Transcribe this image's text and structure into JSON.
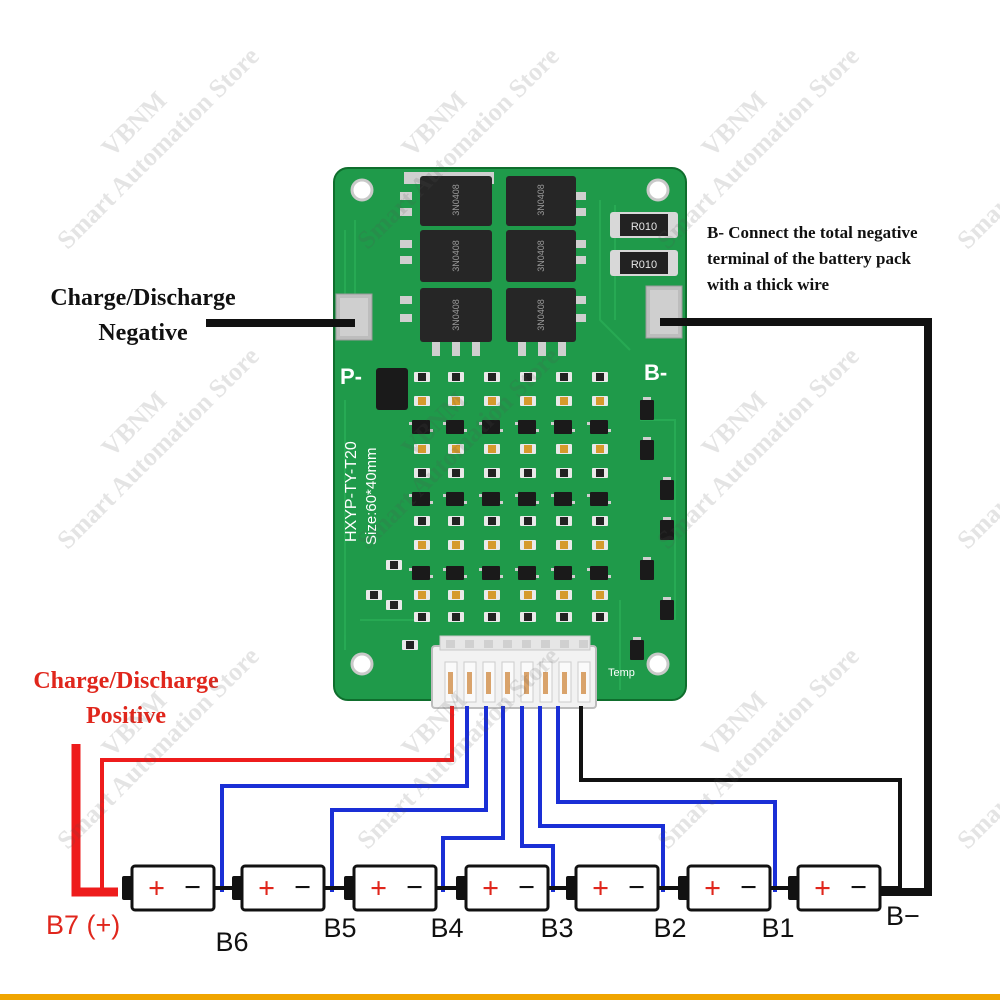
{
  "watermark": {
    "brand": "VBNM",
    "store": "Smart Automation Store"
  },
  "board": {
    "model": "HXYP-TY-T20",
    "size": "Size:60*40mm",
    "pad_p_label": "P-",
    "pad_b_label": "B-",
    "temp_label": "Temp",
    "resistor_1": "R010",
    "resistor_2": "R010",
    "mosfets": [
      "3N0408",
      "3N0408",
      "3N0408",
      "3N0408",
      "3N0408",
      "3N0408"
    ]
  },
  "annotations": {
    "charge_negative_line1": "Charge/Discharge",
    "charge_negative_line2": "Negative",
    "charge_positive_line1": "Charge/Discharge",
    "charge_positive_line2": "Positive",
    "b_minus_line1": "B- Connect the total negative",
    "b_minus_line2": "terminal of the battery pack",
    "b_minus_line3": "with a thick wire"
  },
  "cells": {
    "plus_symbol": "+",
    "minus_symbol": "−",
    "count": 7
  },
  "nodes": {
    "b7": "B7 (+)",
    "b6": "B6",
    "b5": "B5",
    "b4": "B4",
    "b3": "B3",
    "b2": "B2",
    "b1": "B1",
    "b_minus": "B−"
  },
  "colors": {
    "pcb": "#1f9a4a",
    "pcb_dark": "#137a36",
    "positive_wire": "#ee1c1c",
    "balance_wire": "#1a2fd6",
    "negative_wire": "#111111",
    "bottom_stripe": "#f0a500",
    "positive_text": "#e0261c"
  }
}
